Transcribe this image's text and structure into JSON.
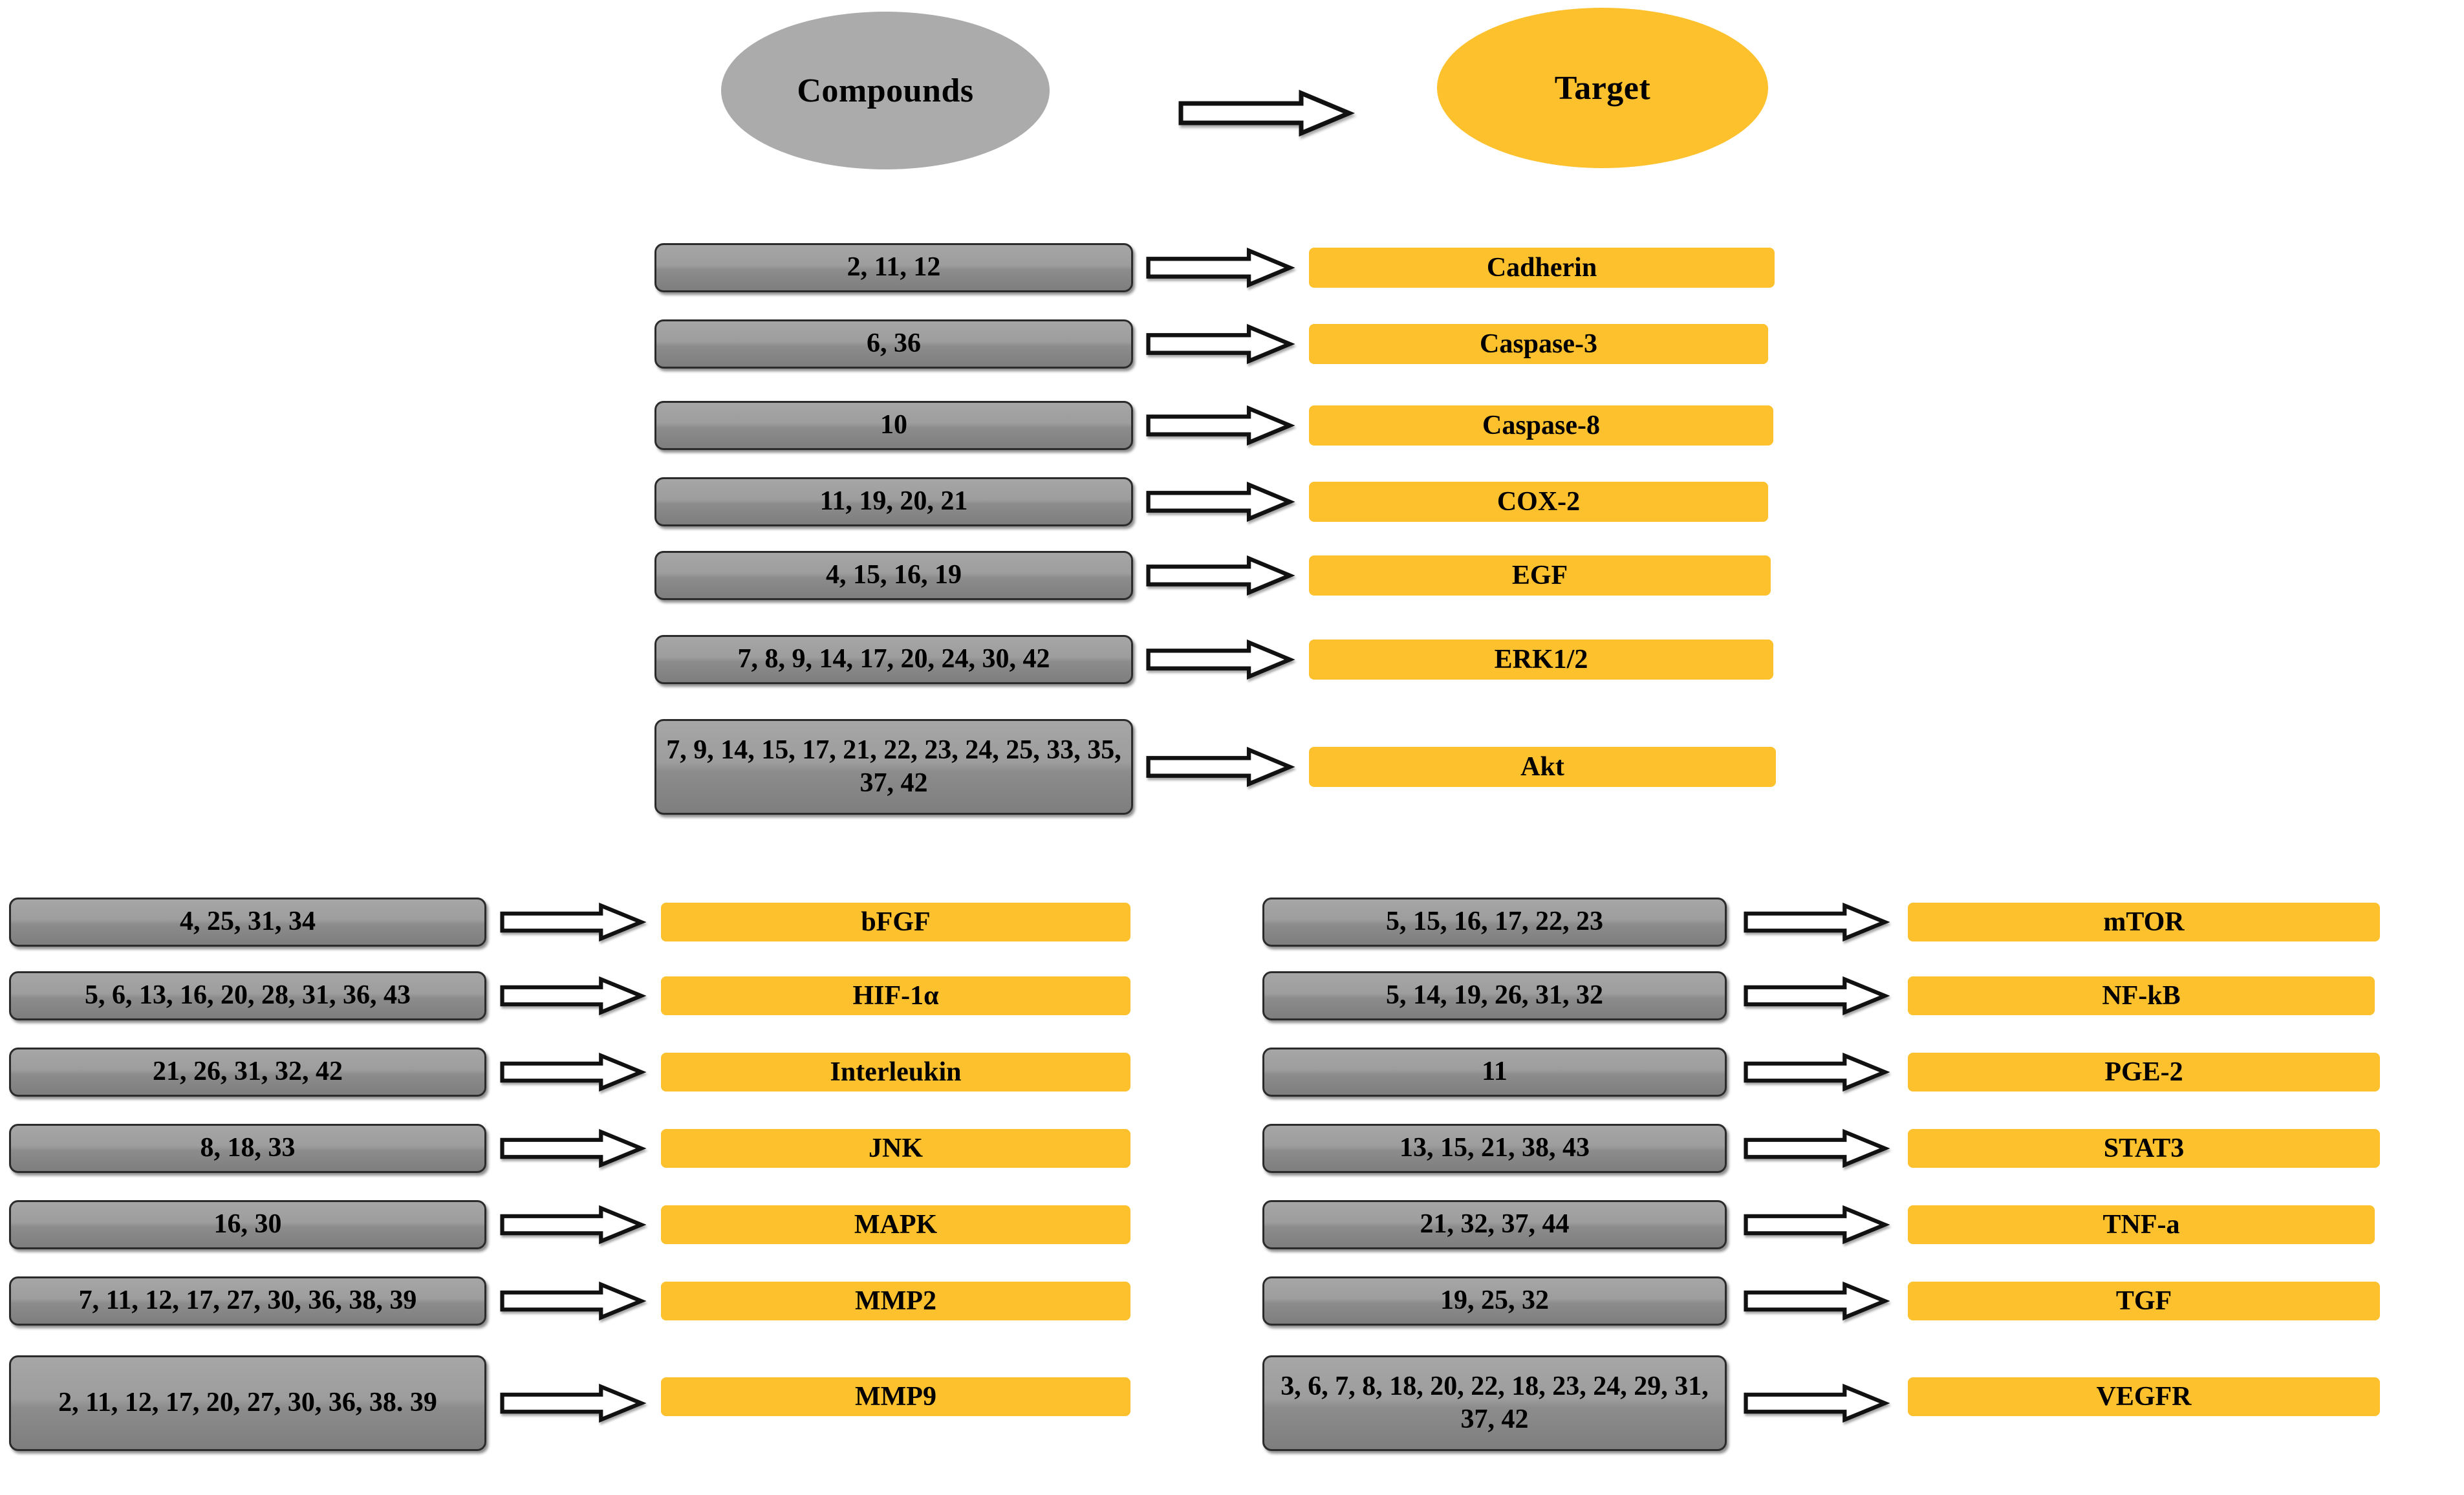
{
  "legend": {
    "compounds_label": "Compounds",
    "target_label": "Target",
    "arrow_icon": "block-arrow-right-icon",
    "compounds_color": "#ababab",
    "target_color": "#fdc12e"
  },
  "colors": {
    "compound_box_fill": "#9d9d9d",
    "compound_box_border": "#2b2b2b",
    "target_box_fill": "#fdc12e",
    "text": "#000000",
    "background": "#ffffff"
  },
  "sections": {
    "top": {
      "rows": [
        {
          "compounds": "2, 11, 12",
          "target": "Cadherin"
        },
        {
          "compounds": "6, 36",
          "target": "Caspase-3"
        },
        {
          "compounds": "10",
          "target": "Caspase-8"
        },
        {
          "compounds": "11, 19, 20, 21",
          "target": "COX-2"
        },
        {
          "compounds": "4, 15, 16, 19",
          "target": "EGF"
        },
        {
          "compounds": "7, 8, 9, 14, 17, 20, 24, 30, 42",
          "target": "ERK1/2"
        },
        {
          "compounds": "7, 9, 14, 15, 17, 21, 22, 23, 24, 25, 33, 35, 37, 42",
          "target": "Akt"
        }
      ]
    },
    "bottom_left": {
      "rows": [
        {
          "compounds": "4, 25, 31, 34",
          "target": "bFGF"
        },
        {
          "compounds": "5, 6, 13, 16, 20, 28, 31, 36, 43",
          "target": "HIF-1α"
        },
        {
          "compounds": "21, 26, 31, 32, 42",
          "target": "Interleukin"
        },
        {
          "compounds": "8, 18, 33",
          "target": "JNK"
        },
        {
          "compounds": "16, 30",
          "target": "MAPK"
        },
        {
          "compounds": "7, 11, 12, 17, 27, 30, 36, 38, 39",
          "target": "MMP2"
        },
        {
          "compounds": "2, 11, 12, 17, 20, 27, 30, 36, 38. 39",
          "target": "MMP9"
        }
      ]
    },
    "bottom_right": {
      "rows": [
        {
          "compounds": "5, 15, 16, 17, 22, 23",
          "target": "mTOR"
        },
        {
          "compounds": "5, 14, 19, 26, 31, 32",
          "target": "NF-kB"
        },
        {
          "compounds": "11",
          "target": "PGE-2"
        },
        {
          "compounds": "13, 15, 21, 38, 43",
          "target": "STAT3"
        },
        {
          "compounds": "21, 32, 37, 44",
          "target": "TNF-a"
        },
        {
          "compounds": "19, 25, 32",
          "target": "TGF"
        },
        {
          "compounds": "3, 6, 7, 8, 18, 20, 22, 18, 23, 24, 29, 31, 37, 42",
          "target": "VEGFR"
        }
      ]
    }
  }
}
